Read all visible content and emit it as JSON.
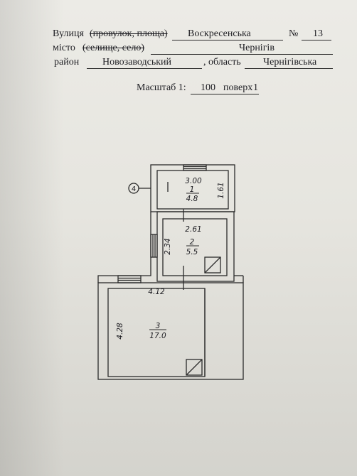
{
  "header": {
    "street_label": "Вулиця",
    "street_alt": "(провулок, площа)",
    "street_value": "Воскресенська",
    "number_label": "№",
    "number_value": "13",
    "city_label": "місто",
    "city_alt": "(селище, село)",
    "city_value": "Чернігів",
    "district_label": "район",
    "district_value": "Новозаводський",
    "region_label": ", область",
    "region_value": "Чернігівська"
  },
  "scale": {
    "label": "Масштаб 1:",
    "value": "100",
    "floor_label": "поверх",
    "floor_value": "1"
  },
  "plan": {
    "marker": "4",
    "room1": {
      "number": "1",
      "area": "4.8",
      "width": "3.00",
      "height": "1.61"
    },
    "room2": {
      "number": "2",
      "area": "5.5",
      "width": "2.61",
      "height": "2.34"
    },
    "room3": {
      "number": "3",
      "area": "17.0",
      "width": "4.12",
      "height": "4.28"
    }
  }
}
